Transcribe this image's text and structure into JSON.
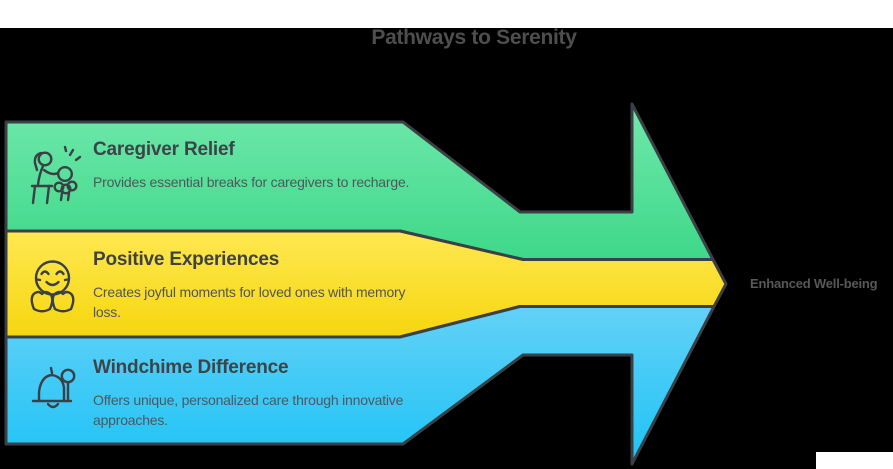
{
  "title": "Pathways to Serenity",
  "outcome": {
    "label": "Enhanced Well-being"
  },
  "colors": {
    "background": "#000000",
    "top_strip": "#ffffff",
    "corner_patch": "#ffffff",
    "outline": "#3a4045",
    "title_text": "#4e4e4e",
    "heading_text": "#3d4347",
    "body_text": "#50575a",
    "outcome_text": "#585858",
    "green_top": "#70e8ab",
    "green_bottom": "#3ed889",
    "yellow_top": "#ffe852",
    "yellow_bottom": "#f6d60e",
    "blue_top": "#63d1f7",
    "blue_bottom": "#1ec3f5"
  },
  "bands": [
    {
      "heading": "Caregiver Relief",
      "description": "Provides essential breaks for caregivers to recharge.",
      "icon": "caregiver-icon",
      "color": "green"
    },
    {
      "heading": "Positive Experiences",
      "description": "Creates joyful moments for loved ones with memory loss.",
      "icon": "hugging-face-icon",
      "color": "yellow"
    },
    {
      "heading": "Windchime Difference",
      "description": "Offers unique, personalized care through innovative approaches.",
      "icon": "bell-icon",
      "color": "blue"
    }
  ]
}
